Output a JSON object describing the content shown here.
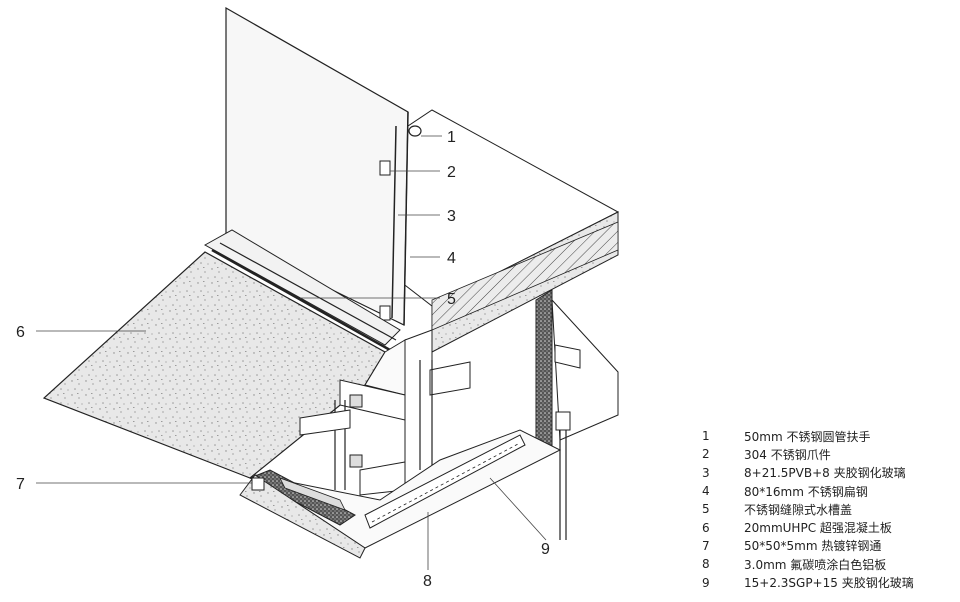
{
  "callouts": [
    "1",
    "2",
    "3",
    "4",
    "5",
    "6",
    "7",
    "8",
    "9"
  ],
  "legend": [
    {
      "num": "1",
      "text": "50mm 不锈钢圆管扶手"
    },
    {
      "num": "2",
      "text": "304 不锈钢爪件"
    },
    {
      "num": "3",
      "text": "8+21.5PVB+8 夹胶钢化玻璃"
    },
    {
      "num": "4",
      "text": "80*16mm 不锈钢扁钢"
    },
    {
      "num": "5",
      "text": "不锈钢缝隙式水槽盖"
    },
    {
      "num": "6",
      "text": "20mmUHPC 超强混凝土板"
    },
    {
      "num": "7",
      "text": "50*50*5mm 热镀锌钢通"
    },
    {
      "num": "8",
      "text": "3.0mm 氟碳喷涂白色铝板"
    },
    {
      "num": "9",
      "text": "15+2.3SGP+15 夹胶钢化玻璃"
    }
  ],
  "colors": {
    "line": "#222222",
    "concrete": "#e6e6e6",
    "glass": "#f7f7f7",
    "fill": "#ffffff"
  }
}
